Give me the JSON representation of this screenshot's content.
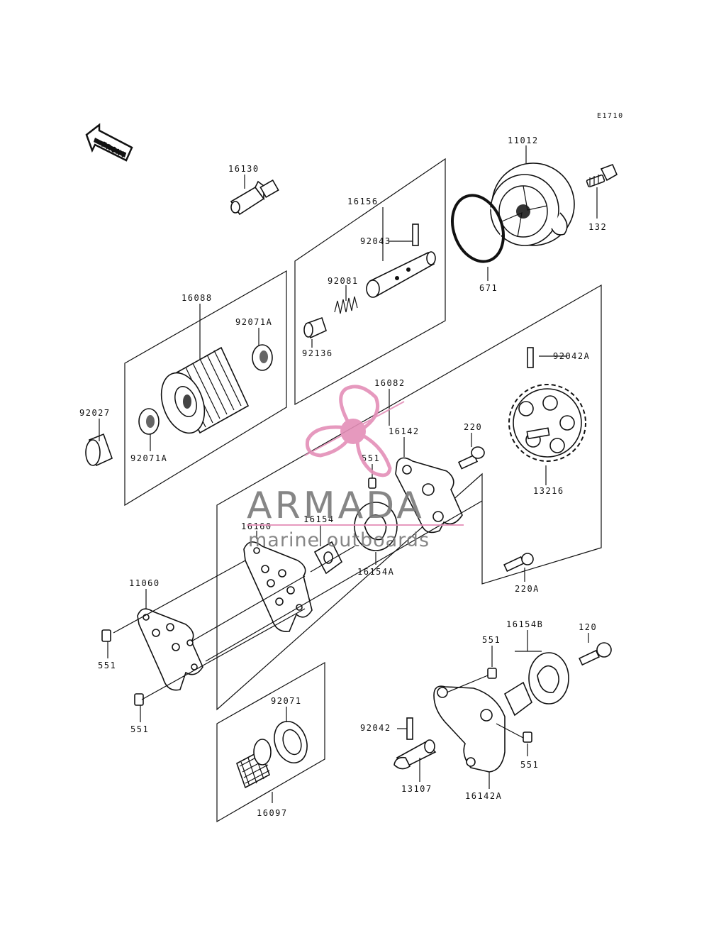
{
  "diagram_code": "E1710",
  "front_label": "FRONT",
  "watermark": {
    "brand": "ARMADA",
    "tagline": "marine outboards"
  },
  "parts": {
    "p16130": "16130",
    "p16156": "16156",
    "p11012": "11012",
    "p92043": "92043",
    "p132": "132",
    "p92081": "92081",
    "p671": "671",
    "p16088": "16088",
    "p92071A_top": "92071A",
    "p92136": "92136",
    "p92042A": "92042A",
    "p92027": "92027",
    "p92071A_bottom": "92071A",
    "p16082": "16082",
    "p16142": "16142",
    "p220": "220",
    "p551_a": "551",
    "p13216": "13216",
    "p16160": "16160",
    "p16154": "16154",
    "p16154A": "16154A",
    "p11060": "11060",
    "p220A": "220A",
    "p16154B": "16154B",
    "p120": "120",
    "p551_b": "551",
    "p551_c": "551",
    "p551_d": "551",
    "p92071": "92071",
    "p92042": "92042",
    "p13107": "13107",
    "p16142A": "16142A",
    "p551_e": "551",
    "p16097": "16097"
  }
}
